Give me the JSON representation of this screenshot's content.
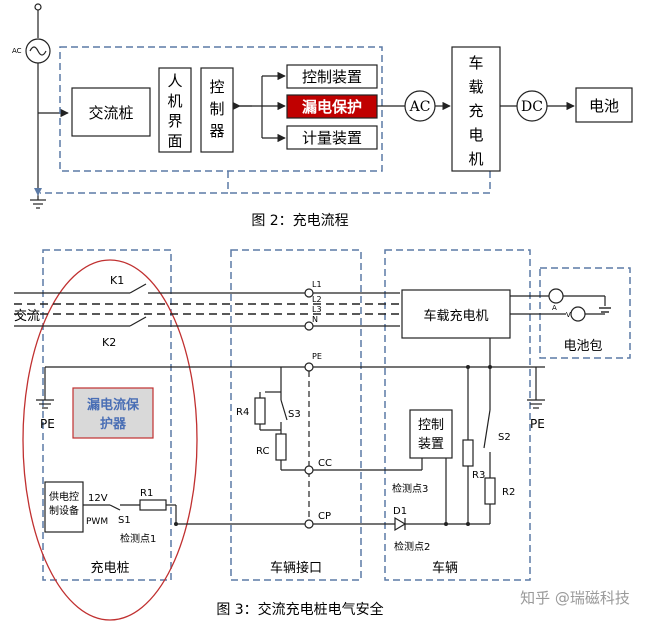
{
  "colors": {
    "line": "#222222",
    "dashed_blue": "#5b7aa6",
    "highlight_red": "#c00000",
    "ellipse_red": "#c03030",
    "rcd_fill": "#d9d9d9",
    "rcd_text": "#4a6fb5",
    "watermark": "#9a9a9a"
  },
  "fig2": {
    "caption": "图 2：充电流程",
    "ac_source": "AC",
    "pile": "交流桩",
    "hmi": [
      "人",
      "机",
      "界",
      "面"
    ],
    "controller": [
      "控",
      "制",
      "器"
    ],
    "control_device": "控制装置",
    "leakage_protection": "漏电保护",
    "metering_device": "计量装置",
    "ac_node": "AC",
    "onboard_charger": [
      "车",
      "载",
      "充",
      "电",
      "机"
    ],
    "dc_node": "DC",
    "battery": "电池"
  },
  "fig3": {
    "caption": "图 3：交流充电桩电气安全",
    "ac_input": "交流",
    "k1": "K1",
    "k2": "K2",
    "l1": "L1",
    "l2": "L2",
    "l3": "L3",
    "n": "N",
    "pe_node": "PE",
    "pe_left": "PE",
    "pe_right": "PE",
    "rcd_line1": "漏电流保",
    "rcd_line2": "护器",
    "r4": "R4",
    "s3": "S3",
    "rc": "RC",
    "cc": "CC",
    "cp": "CP",
    "power_ctrl": [
      "供电控",
      "制设备"
    ],
    "v12": "12V",
    "pwm": "PWM",
    "s1": "S1",
    "r1": "R1",
    "test_point1": "检测点1",
    "onboard_charger": "车载充电机",
    "control_device": [
      "控制",
      "装置"
    ],
    "test_point3": "检测点3",
    "d1": "D1",
    "test_point2": "检测点2",
    "r3": "R3",
    "s2": "S2",
    "r2": "R2",
    "meter_a": "A",
    "meter_v": "V",
    "battery_pack": "电池包",
    "section_pile": "充电桩",
    "section_interface": "车辆接口",
    "section_vehicle": "车辆"
  },
  "watermark": "知乎 @瑞磁科技"
}
